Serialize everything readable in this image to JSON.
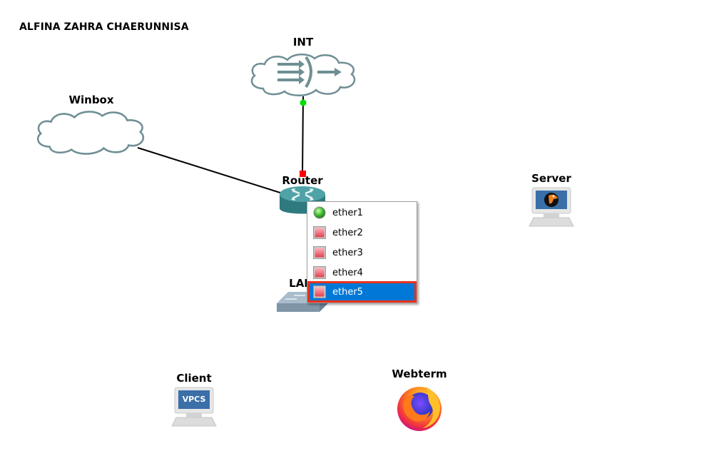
{
  "project_note": "ALFINA ZAHRA CHAERUNNISA",
  "nodes": {
    "int": {
      "label": "INT",
      "type": "nat-cloud"
    },
    "winbox": {
      "label": "Winbox",
      "type": "cloud"
    },
    "router": {
      "label": "Router",
      "type": "router"
    },
    "lan": {
      "label": "LAN",
      "type": "switch"
    },
    "server": {
      "label": "Server",
      "type": "qemu-host"
    },
    "client": {
      "label": "Client",
      "type": "vpcs",
      "screen_text": "VPCS"
    },
    "webterm": {
      "label": "Webterm",
      "type": "firefox-webterm"
    }
  },
  "links": [
    {
      "from": "winbox",
      "to": "router"
    },
    {
      "from": "int",
      "to": "router",
      "from_status": "up",
      "to_status": "down"
    }
  ],
  "colors": {
    "link_up": "#00e000",
    "link_down": "#ff0000",
    "menu_selected_bg": "#0078d7",
    "menu_selected_border": "#e8321c",
    "cloud_stroke": "#6f8f94",
    "router_body": "#3d8d91"
  },
  "port_menu": {
    "items": [
      {
        "label": "ether1",
        "status": "connected",
        "icon": "green-led-icon"
      },
      {
        "label": "ether2",
        "status": "free",
        "icon": "red-port-icon"
      },
      {
        "label": "ether3",
        "status": "free",
        "icon": "red-port-icon"
      },
      {
        "label": "ether4",
        "status": "free",
        "icon": "red-port-icon"
      },
      {
        "label": "ether5",
        "status": "free",
        "icon": "red-port-icon",
        "selected": true
      }
    ]
  }
}
